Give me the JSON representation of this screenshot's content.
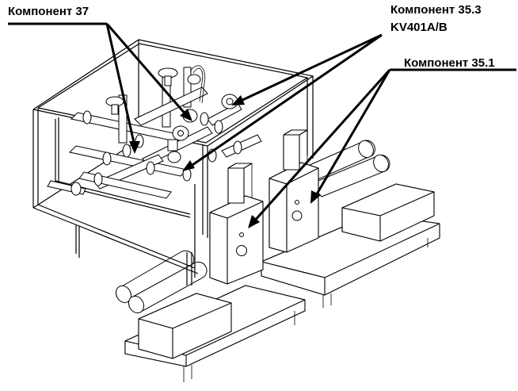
{
  "labels": {
    "component_37": "Компонент 37",
    "component_35_3": "Компонент 35.3",
    "kv401": "KV401A/B",
    "component_35_1": "Компонент 35.1"
  }
}
